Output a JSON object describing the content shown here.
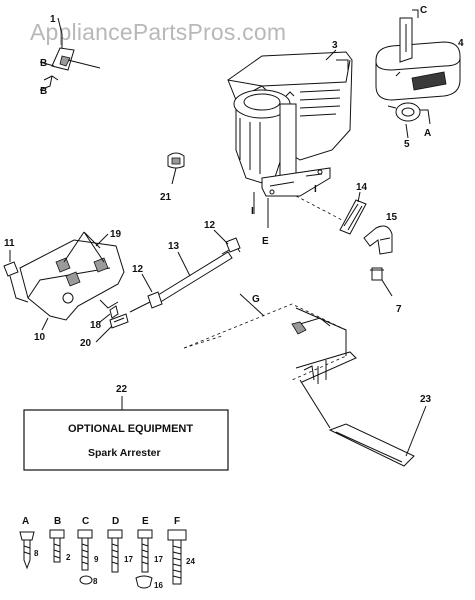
{
  "watermark": "AppliancePartsPros.com",
  "callouts": {
    "n1": "1",
    "n3": "3",
    "n4": "4",
    "n5": "5",
    "n7": "7",
    "n10": "10",
    "n11": "11",
    "n12a": "12",
    "n12b": "12",
    "n13": "13",
    "n14": "14",
    "n15": "15",
    "n18": "18",
    "n19": "19",
    "n20": "20",
    "n21": "21",
    "n22": "22",
    "n23": "23"
  },
  "letters": {
    "b1": "B",
    "b2": "B",
    "c": "C",
    "a": "A",
    "e": "E",
    "g": "G",
    "i1": "I",
    "i2": "I"
  },
  "optional_box": {
    "title": "OPTIONAL EQUIPMENT",
    "subtitle": "Spark Arrester"
  },
  "hardware_legend": [
    {
      "letter": "A",
      "qty": "8"
    },
    {
      "letter": "B",
      "qty": "2"
    },
    {
      "letter": "C",
      "qty": "9"
    },
    {
      "letter": "D",
      "qty": "17"
    },
    {
      "letter": "E",
      "qty": "17"
    },
    {
      "letter": "F",
      "qty": "24"
    }
  ],
  "washer_labels": {
    "w1": "8",
    "w2": "16"
  }
}
